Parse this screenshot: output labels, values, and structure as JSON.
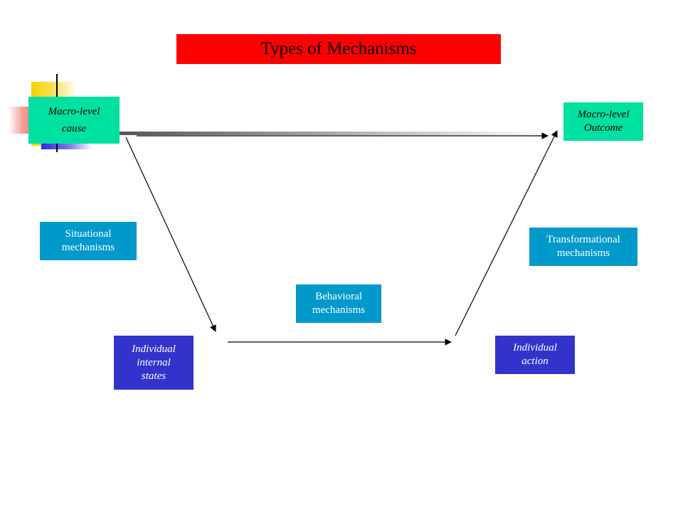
{
  "title": "Types of Mechanisms",
  "colors": {
    "title_bar": "#ff0000",
    "macro_box": "#00e0a0",
    "mechanism_box": "#0099cc",
    "individual_box": "#3333cc"
  },
  "nodes": {
    "macro_cause": {
      "line1": "Macro-level",
      "line2": "cause"
    },
    "macro_outcome": {
      "line1": "Macro-level",
      "line2": "Outcome"
    },
    "situational": {
      "line1": "Situational",
      "line2": "mechanisms"
    },
    "transformational": {
      "line1": "Transformational",
      "line2": "mechanisms"
    },
    "behavioral": {
      "line1": "Behavioral",
      "line2": "mechanisms"
    },
    "internal_states": {
      "line1": "Individual",
      "line2": "internal",
      "line3": "states"
    },
    "individual_action": {
      "line1": "Individual",
      "line2": "action"
    }
  },
  "edges": [
    {
      "from": "Macro-level cause",
      "to": "Macro-level Outcome"
    },
    {
      "from": "Macro-level cause",
      "to": "Individual internal states"
    },
    {
      "from": "Individual internal states",
      "to": "Individual action"
    },
    {
      "from": "Individual action",
      "to": "Macro-level Outcome"
    }
  ]
}
